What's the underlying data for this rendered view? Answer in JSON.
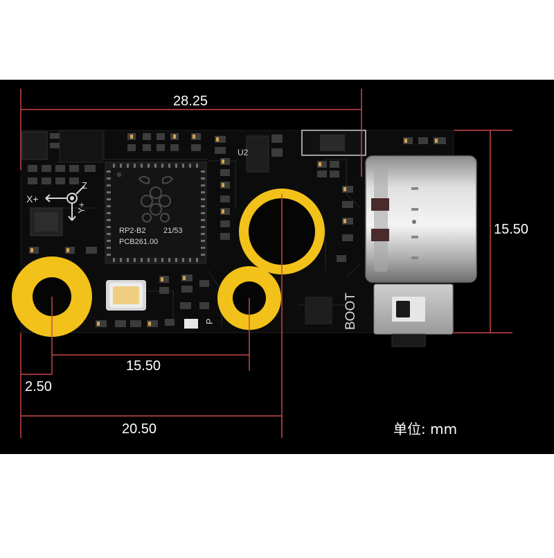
{
  "dimensions": {
    "board_length": "28.25",
    "board_height": "15.50",
    "hole_spacing": "15.50",
    "hole_offset": "2.50",
    "hole_to_probe": "20.50"
  },
  "unit_label": "单位: mm",
  "silkscreen": {
    "chip_line1": "RP2-B2",
    "chip_code": "21/53",
    "chip_line2": "PCB261.00",
    "boot_label": "BOOT",
    "u2_label": "U2",
    "p_label": "P",
    "axis_x": "X+",
    "axis_y": "Y+",
    "axis_z": "Z"
  },
  "colors": {
    "background": "#000000",
    "outer_background": "#ffffff",
    "pcb": "#0c0c0c",
    "gold_pad": "#f2c21a",
    "dimension_line": "#c8484a",
    "dimension_text": "#ffffff"
  },
  "icons": {
    "chip_logo": "raspberry-pi-icon",
    "connector": "usb-c-icon",
    "switch": "slide-switch-icon"
  }
}
